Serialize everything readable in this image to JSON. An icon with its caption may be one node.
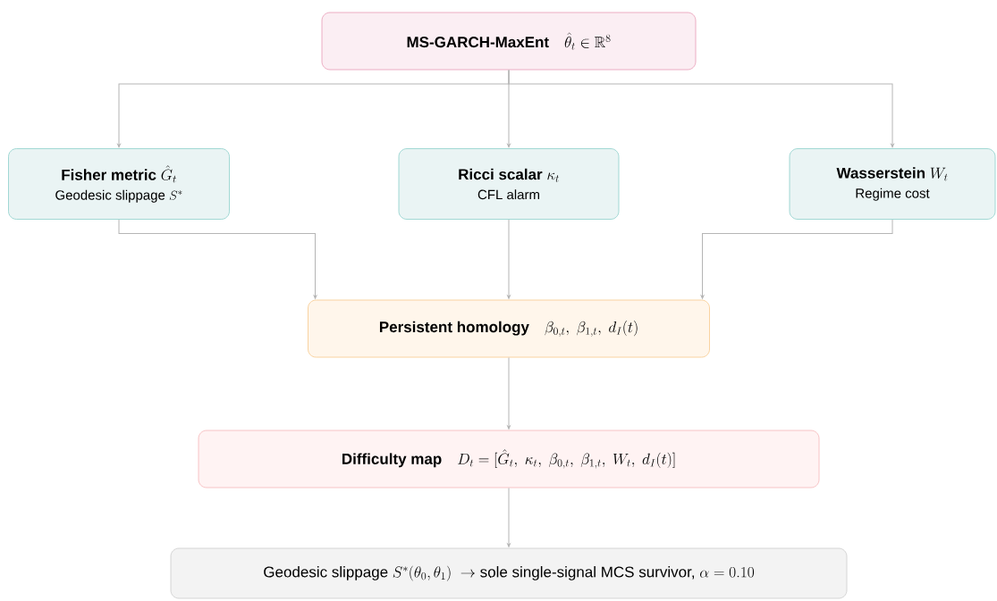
{
  "diagram": {
    "nodes": [
      {
        "text": [
          "MS-GARCH-MaxEnt",
          "\\hat{\\theta}_t \\in \\mathbb{R}^8"
        ]
      },
      {
        "text": [
          "Fisher metric",
          "\\hat{G}_t",
          "Geodesic slippage",
          "S^*"
        ]
      },
      {
        "text": [
          "Ricci scalar",
          "\\kappa_t",
          "CFL alarm"
        ]
      },
      {
        "text": [
          "Wasserstein",
          "W_t",
          "Regime cost"
        ]
      },
      {
        "text": [
          "Persistent homology",
          "\\beta_{0,t},\\ \\beta_{1,t},\\ d_I(t)"
        ]
      },
      {
        "text": [
          "Difficulty map",
          "D_t = [\\hat{G}_t,\\ \\kappa_t,\\ \\beta_{0,t},\\ \\beta_{1,t},\\ W_t,\\ d_I(t)]"
        ]
      },
      {
        "text": [
          "Geodesic slippage",
          "S^*(\\theta_0,\\theta_1)\\ \\rightarrow",
          "sole single-signal MCS survivor,",
          "\\alpha = 0.10"
        ]
      }
    ],
    "edges": [
      {
        "from": 0,
        "to": 1,
        "arrow": "to"
      },
      {
        "from": 0,
        "to": 2,
        "arrow": "to"
      },
      {
        "from": 0,
        "to": 3,
        "arrow": "to"
      },
      {
        "from": 1,
        "to": 4,
        "arrow": "to"
      },
      {
        "from": 2,
        "to": 4,
        "arrow": "to"
      },
      {
        "from": 3,
        "to": 4,
        "arrow": "to"
      },
      {
        "from": 4,
        "to": 5,
        "arrow": "to"
      },
      {
        "from": 5,
        "to": 6,
        "arrow": "to"
      }
    ]
  }
}
